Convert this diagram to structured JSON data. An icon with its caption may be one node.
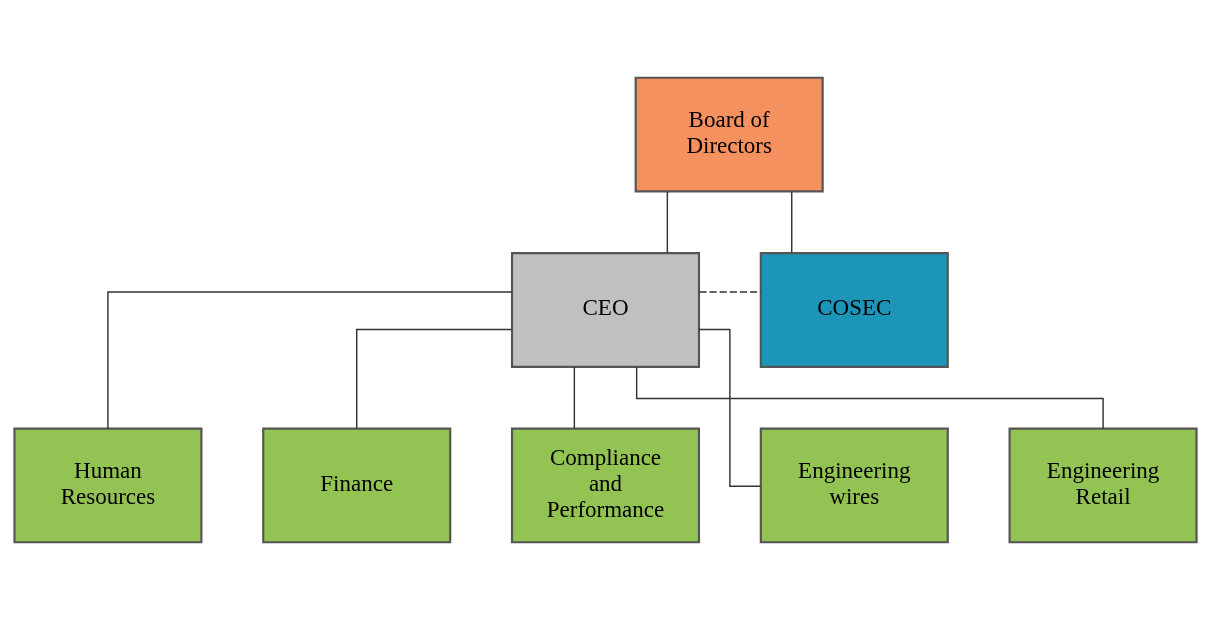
{
  "diagram": {
    "nodes": [
      {
        "text": [
          "Board of Directors"
        ]
      },
      {
        "text": [
          "CEO"
        ]
      },
      {
        "text": [
          "COSEC"
        ]
      },
      {
        "text": [
          "Human Resources"
        ]
      },
      {
        "text": [
          "Finance"
        ]
      },
      {
        "text": [
          "Compliance and Performance"
        ]
      },
      {
        "text": [
          "Engineering wires"
        ]
      },
      {
        "text": [
          "Engineering Retail"
        ]
      }
    ],
    "edges": [
      {
        "from": 0,
        "to": 2,
        "arrow": "none"
      },
      {
        "from": 0,
        "to": 1,
        "arrow": "none"
      },
      {
        "from": 1,
        "to": 2,
        "arrow": "none",
        "style": "dashed"
      },
      {
        "from": 1,
        "to": 3,
        "arrow": "none"
      },
      {
        "from": 1,
        "to": 4,
        "arrow": "none"
      },
      {
        "from": 1,
        "to": 5,
        "arrow": "none"
      },
      {
        "from": 1,
        "to": 6,
        "arrow": "none"
      },
      {
        "from": 1,
        "to": 7,
        "arrow": "none"
      }
    ]
  }
}
